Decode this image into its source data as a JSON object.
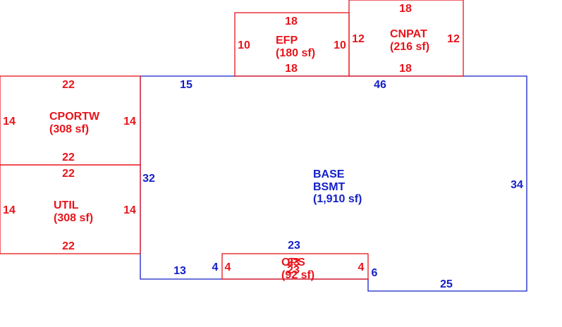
{
  "colors": {
    "addition": "#e8141b",
    "base": "#1420c8"
  },
  "areas": {
    "efp": {
      "name": "EFP",
      "area": "(180 sf)",
      "top": "18",
      "bottom": "18",
      "left": "10",
      "right": "10"
    },
    "cnpat": {
      "name": "CNPAT",
      "area": "(216 sf)",
      "top": "18",
      "bottom": "18",
      "left": "12",
      "right": "12"
    },
    "cportw": {
      "name": "CPORTW",
      "area": "(308 sf)",
      "top": "22",
      "bottom": "22",
      "left": "14",
      "right": "14"
    },
    "util": {
      "name": "UTIL",
      "area": "(308 sf)",
      "top": "22",
      "bottom": "22",
      "left": "14",
      "right": "14"
    },
    "base": {
      "name_line1": "BASE",
      "name_line2": "BSMT",
      "area": "(1,910 sf)",
      "dim_top_left": "15",
      "dim_top_right": "46",
      "dim_left": "32",
      "dim_right": "34",
      "dim_bottom_left": "13",
      "dim_step_left": "4",
      "dim_step_right": "6",
      "dim_bottom_right": "25",
      "dim_notch_top": "23"
    },
    "ops": {
      "name": "OPS",
      "area": "(92 sf)",
      "top": "23",
      "bottom": "23",
      "left": "4",
      "right": "4"
    }
  }
}
